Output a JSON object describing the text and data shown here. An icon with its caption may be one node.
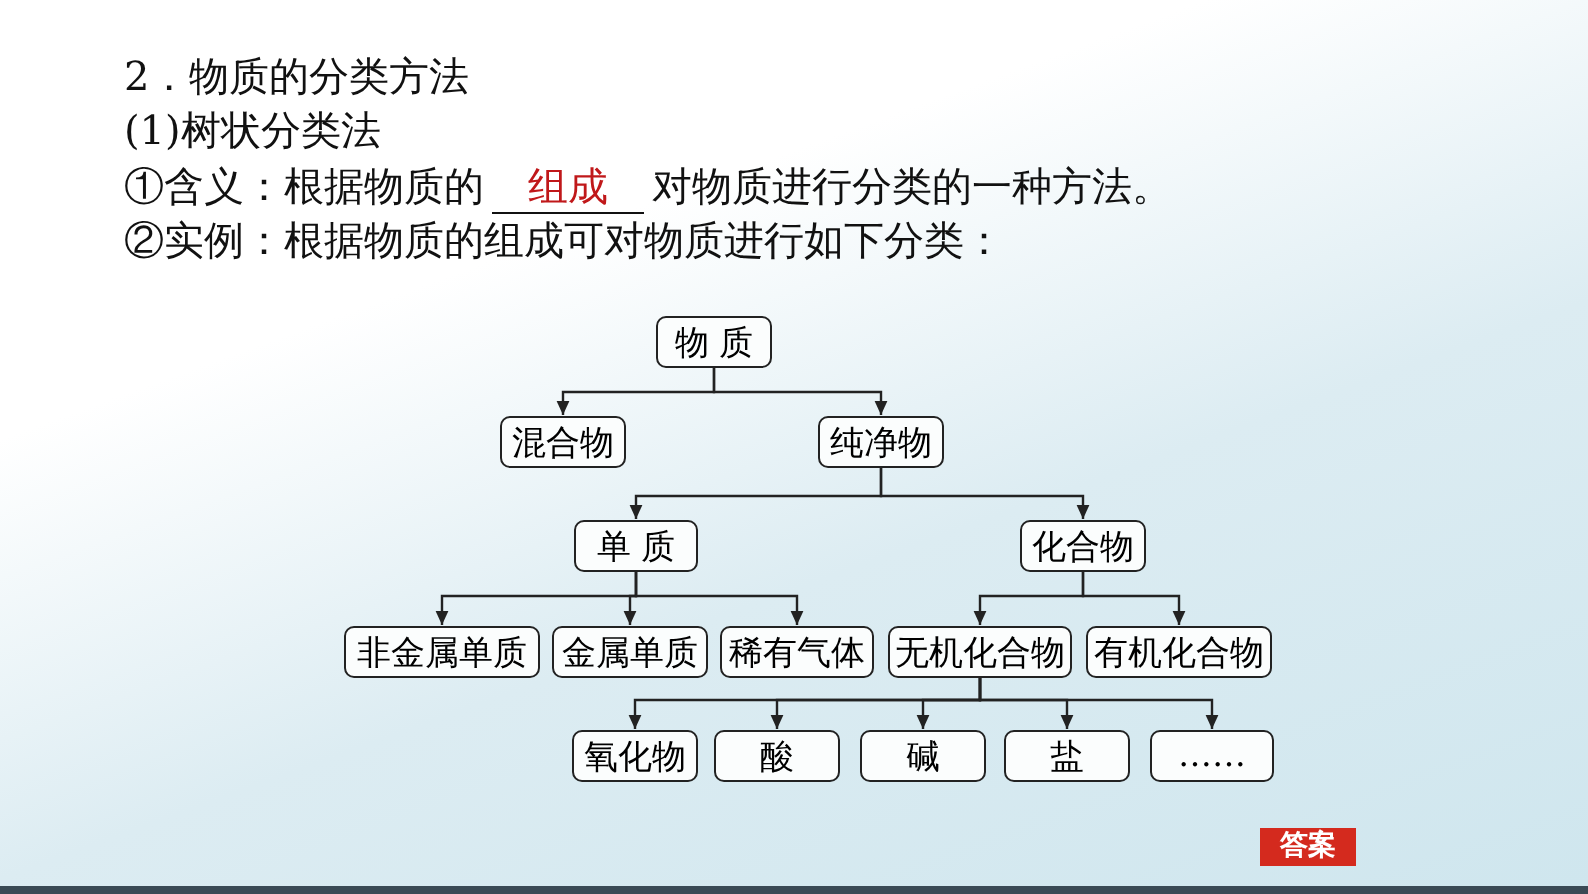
{
  "diagram": {
    "nodes": [
      {
        "text": [
          "物 质"
        ]
      },
      {
        "text": [
          "混合物"
        ]
      },
      {
        "text": [
          "纯净物"
        ]
      },
      {
        "text": [
          "单 质"
        ]
      },
      {
        "text": [
          "化合物"
        ]
      },
      {
        "text": [
          "非金属单质"
        ]
      },
      {
        "text": [
          "金属单质"
        ]
      },
      {
        "text": [
          "稀有气体"
        ]
      },
      {
        "text": [
          "无机化合物"
        ]
      },
      {
        "text": [
          "有机化合物"
        ]
      },
      {
        "text": [
          "氧化物"
        ]
      },
      {
        "text": [
          "酸"
        ]
      },
      {
        "text": [
          "碱"
        ]
      },
      {
        "text": [
          "盐"
        ]
      },
      {
        "text": [
          "……"
        ]
      }
    ],
    "edges": [
      {
        "from": 0,
        "to": 1,
        "arrow": "to"
      },
      {
        "from": 0,
        "to": 2,
        "arrow": "to"
      },
      {
        "from": 2,
        "to": 3,
        "arrow": "to"
      },
      {
        "from": 2,
        "to": 4,
        "arrow": "to"
      },
      {
        "from": 3,
        "to": 5,
        "arrow": "to"
      },
      {
        "from": 3,
        "to": 6,
        "arrow": "to"
      },
      {
        "from": 3,
        "to": 7,
        "arrow": "to"
      },
      {
        "from": 4,
        "to": 8,
        "arrow": "to"
      },
      {
        "from": 4,
        "to": 9,
        "arrow": "to"
      },
      {
        "from": 8,
        "to": 10,
        "arrow": "to"
      },
      {
        "from": 8,
        "to": 11,
        "arrow": "to"
      },
      {
        "from": 8,
        "to": 12,
        "arrow": "to"
      },
      {
        "from": 8,
        "to": 13,
        "arrow": "to"
      },
      {
        "from": 8,
        "to": 14,
        "arrow": "to"
      }
    ],
    "labels": [
      "2．物质的分类方法",
      "(1)树状分类法",
      "①含义：根据物质的",
      "组成",
      "对物质进行分类的一种方法。",
      "②实例：根据物质的组成可对物质进行如下分类：",
      "答案"
    ]
  }
}
